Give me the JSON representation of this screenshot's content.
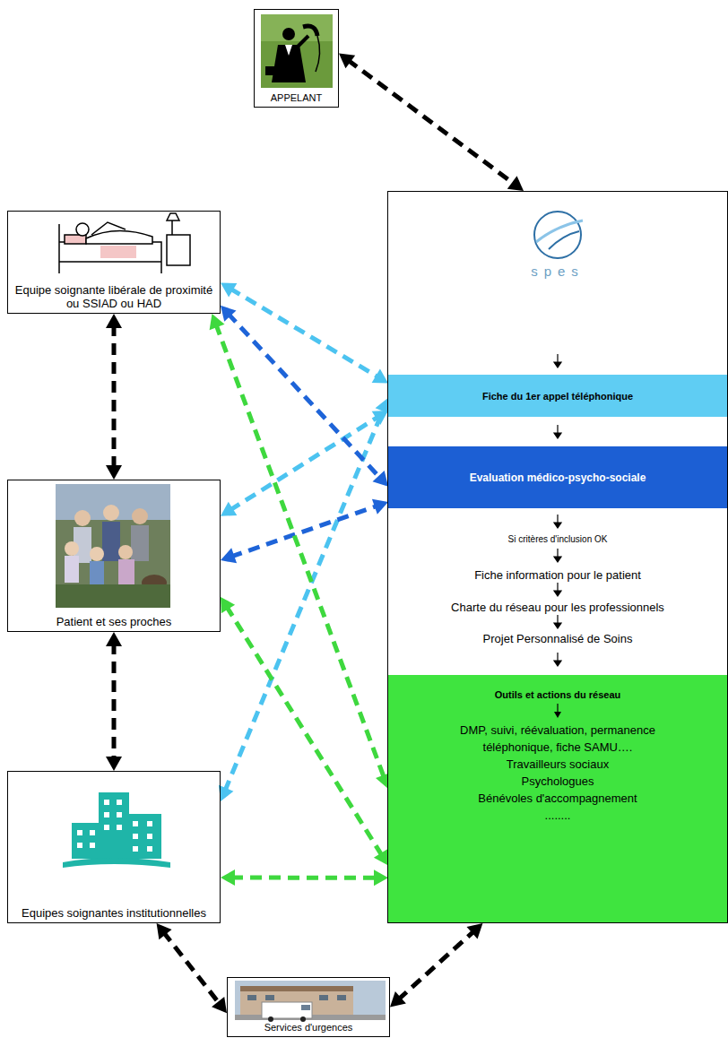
{
  "diagram": {
    "nodes": [
      {
        "text": [
          "APPELANT"
        ]
      },
      {
        "text": [
          "Equipe soignante libérale de proximité ou SSIAD ou HAD"
        ]
      },
      {
        "text": [
          "Patient et ses proches"
        ]
      },
      {
        "text": [
          "Equipes soignantes institutionnelles"
        ]
      },
      {
        "text": [
          "Services d'urgences"
        ]
      },
      {
        "text": [
          "spes"
        ]
      },
      {
        "text": [
          "Fiche du 1er appel téléphonique"
        ],
        "in": 5
      },
      {
        "text": [
          "Evaluation médico-psycho-sociale"
        ],
        "in": 5
      },
      {
        "text": [
          "Outils et actions du réseau",
          "DMP, suivi, réévaluation, permanence téléphonique, fiche SAMU….",
          "Travailleurs sociaux",
          "Psychologues",
          "Bénévoles d'accompagnement",
          "........"
        ],
        "in": 5
      }
    ],
    "edges": [
      {
        "from": 0,
        "to": 5,
        "arrow": "both"
      },
      {
        "from": 1,
        "to": 2,
        "arrow": "both"
      },
      {
        "from": 2,
        "to": 3,
        "arrow": "both"
      },
      {
        "from": 3,
        "to": 4,
        "arrow": "both"
      },
      {
        "from": 4,
        "to": 5,
        "arrow": "both"
      },
      {
        "from": 1,
        "to": 6,
        "arrow": "both"
      },
      {
        "from": 2,
        "to": 6,
        "arrow": "both"
      },
      {
        "from": 3,
        "to": 6,
        "arrow": "both"
      },
      {
        "from": 1,
        "to": 7,
        "arrow": "both"
      },
      {
        "from": 2,
        "to": 7,
        "arrow": "both"
      },
      {
        "from": 1,
        "to": 8,
        "arrow": "both"
      },
      {
        "from": 2,
        "to": 8,
        "arrow": "both"
      },
      {
        "from": 3,
        "to": 8,
        "arrow": "both"
      }
    ],
    "labels": [
      "Si critères d'inclusion OK",
      "Fiche information pour le patient",
      "Charte du réseau pour les professionnels",
      "Projet Personnalisé de Soins"
    ]
  }
}
